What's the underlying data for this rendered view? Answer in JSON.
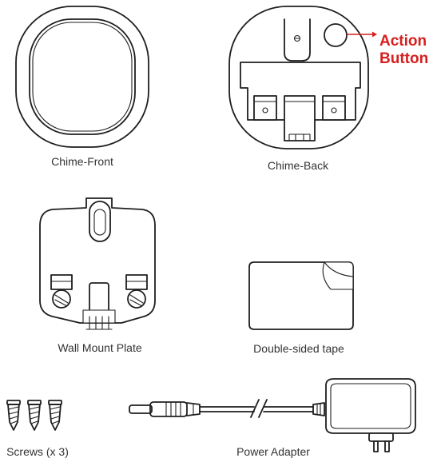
{
  "labels": {
    "chime_front": "Chime-Front",
    "chime_back": "Chime-Back",
    "wall_mount_plate": "Wall Mount Plate",
    "double_sided_tape": "Double-sided tape",
    "screws": "Screws (x 3)",
    "power_adapter": "Power Adapter"
  },
  "callout": {
    "line1": "Action",
    "line2": "Button",
    "color": "#d81e1e"
  }
}
